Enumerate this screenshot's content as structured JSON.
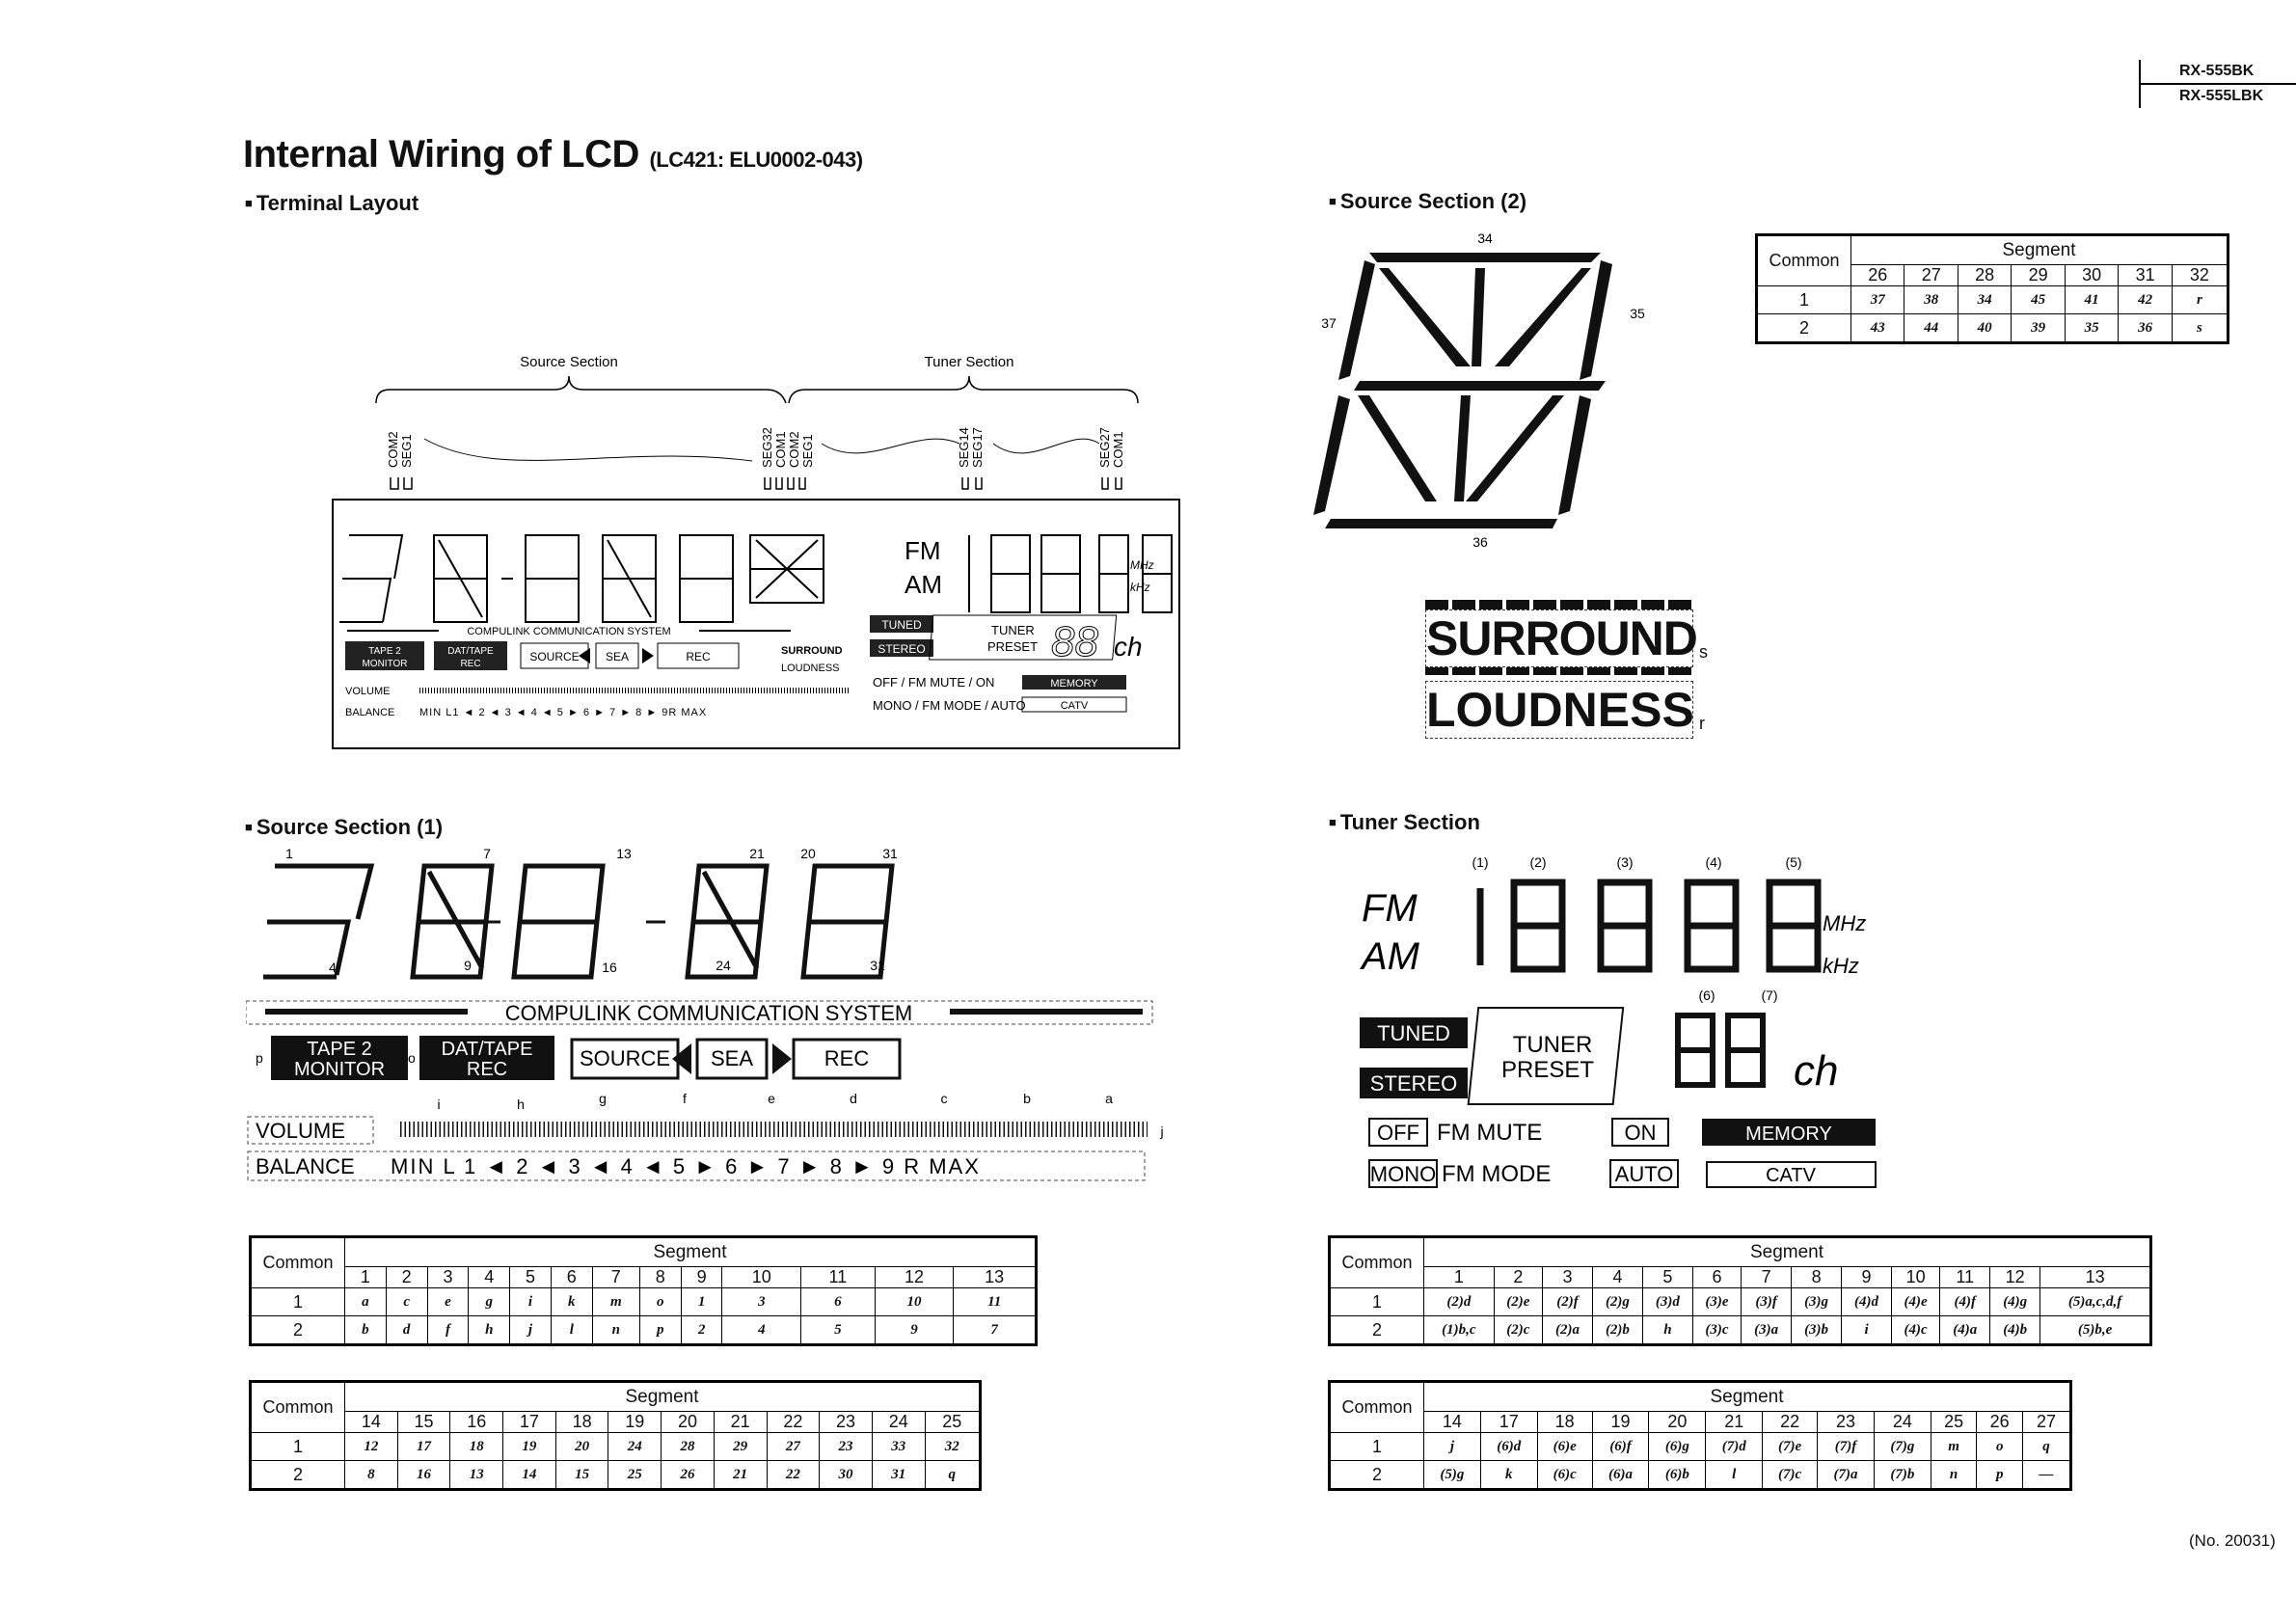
{
  "header": {
    "model_1": "RX-555BK",
    "model_2": "RX-555LBK"
  },
  "title": {
    "main": "Internal Wiring of LCD",
    "part": "(LC421: ELU0002-043)"
  },
  "sections": {
    "terminal_layout": "Terminal Layout",
    "source_2": "Source Section (2)",
    "source_1": "Source Section (1)",
    "tuner": "Tuner Section"
  },
  "terminal": {
    "source_label": "Source Section",
    "tuner_label": "Tuner Section",
    "pins": [
      "COM2",
      "SEG1",
      "SEG32",
      "COM1",
      "COM2",
      "SEG1",
      "SEG14",
      "SEG17",
      "SEG27",
      "COM1"
    ]
  },
  "lcd": {
    "compulink": "COMPULINK COMMUNICATION SYSTEM",
    "tape2_a": "TAPE 2",
    "tape2_b": "MONITOR",
    "dat_a": "DAT/TAPE",
    "dat_b": "REC",
    "source": "SOURCE",
    "sea": "SEA",
    "rec": "REC",
    "surround": "SURROUND",
    "loudness": "LOUDNESS",
    "volume": "VOLUME",
    "balance": "BALANCE",
    "balance_scale": [
      "MIN",
      "L",
      "1",
      "2",
      "3",
      "4",
      "5",
      "6",
      "7",
      "8",
      "9",
      "R",
      "MAX"
    ],
    "fm": "FM",
    "am": "AM",
    "mhz": "MHz",
    "khz": "kHz",
    "tuned": "TUNED",
    "stereo": "STEREO",
    "tuner": "TUNER",
    "preset": "PRESET",
    "ch": "ch",
    "off": "OFF",
    "mono": "MONO",
    "fm_mute": "FM MUTE",
    "fm_mode": "FM MODE",
    "on": "ON",
    "auto": "AUTO",
    "memory": "MEMORY",
    "catv": "CATV"
  },
  "source2_digit_labels": {
    "top": "34",
    "bottom": "36",
    "left": "37",
    "right": "35"
  },
  "surround_labels": {
    "s": "s",
    "r": "r"
  },
  "tuner_digit_indices": [
    "(1)",
    "(2)",
    "(3)",
    "(4)",
    "(5)",
    "(6)",
    "(7)"
  ],
  "source2_table": {
    "common_label": "Common",
    "segment_label": "Segment",
    "columns": [
      "26",
      "27",
      "28",
      "29",
      "30",
      "31",
      "32"
    ],
    "rows": [
      {
        "common": "1",
        "cells": [
          "37",
          "38",
          "34",
          "45",
          "41",
          "42",
          "r"
        ]
      },
      {
        "common": "2",
        "cells": [
          "43",
          "44",
          "40",
          "39",
          "35",
          "36",
          "s"
        ]
      }
    ]
  },
  "source1_table_a": {
    "common_label": "Common",
    "segment_label": "Segment",
    "columns": [
      "1",
      "2",
      "3",
      "4",
      "5",
      "6",
      "7",
      "8",
      "9",
      "10",
      "11",
      "12",
      "13"
    ],
    "rows": [
      {
        "common": "1",
        "cells": [
          "a",
          "c",
          "e",
          "g",
          "i",
          "k",
          "m",
          "o",
          "1",
          "3",
          "6",
          "10",
          "11"
        ]
      },
      {
        "common": "2",
        "cells": [
          "b",
          "d",
          "f",
          "h",
          "j",
          "l",
          "n",
          "p",
          "2",
          "4",
          "5",
          "9",
          "7"
        ]
      }
    ]
  },
  "source1_table_b": {
    "common_label": "Common",
    "segment_label": "Segment",
    "columns": [
      "14",
      "15",
      "16",
      "17",
      "18",
      "19",
      "20",
      "21",
      "22",
      "23",
      "24",
      "25"
    ],
    "rows": [
      {
        "common": "1",
        "cells": [
          "12",
          "17",
          "18",
          "19",
          "20",
          "24",
          "28",
          "29",
          "27",
          "23",
          "33",
          "32"
        ]
      },
      {
        "common": "2",
        "cells": [
          "8",
          "16",
          "13",
          "14",
          "15",
          "25",
          "26",
          "21",
          "22",
          "30",
          "31",
          "q"
        ]
      }
    ]
  },
  "tuner_table_a": {
    "common_label": "Common",
    "segment_label": "Segment",
    "columns": [
      "1",
      "2",
      "3",
      "4",
      "5",
      "6",
      "7",
      "8",
      "9",
      "10",
      "11",
      "12",
      "13"
    ],
    "rows": [
      {
        "common": "1",
        "cells": [
          "(2)d",
          "(2)e",
          "(2)f",
          "(2)g",
          "(3)d",
          "(3)e",
          "(3)f",
          "(3)g",
          "(4)d",
          "(4)e",
          "(4)f",
          "(4)g",
          "(5)a,c,d,f"
        ]
      },
      {
        "common": "2",
        "cells": [
          "(1)b,c",
          "(2)c",
          "(2)a",
          "(2)b",
          "h",
          "(3)c",
          "(3)a",
          "(3)b",
          "i",
          "(4)c",
          "(4)a",
          "(4)b",
          "(5)b,e"
        ]
      }
    ]
  },
  "tuner_table_b": {
    "common_label": "Common",
    "segment_label": "Segment",
    "columns": [
      "14",
      "17",
      "18",
      "19",
      "20",
      "21",
      "22",
      "23",
      "24",
      "25",
      "26",
      "27"
    ],
    "rows": [
      {
        "common": "1",
        "cells": [
          "j",
          "(6)d",
          "(6)e",
          "(6)f",
          "(6)g",
          "(7)d",
          "(7)e",
          "(7)f",
          "(7)g",
          "m",
          "o",
          "q"
        ]
      },
      {
        "common": "2",
        "cells": [
          "(5)g",
          "k",
          "(6)c",
          "(6)a",
          "(6)b",
          "l",
          "(7)c",
          "(7)a",
          "(7)b",
          "n",
          "p",
          "—"
        ]
      }
    ]
  },
  "footer": {
    "page": "(No. 20031)"
  }
}
